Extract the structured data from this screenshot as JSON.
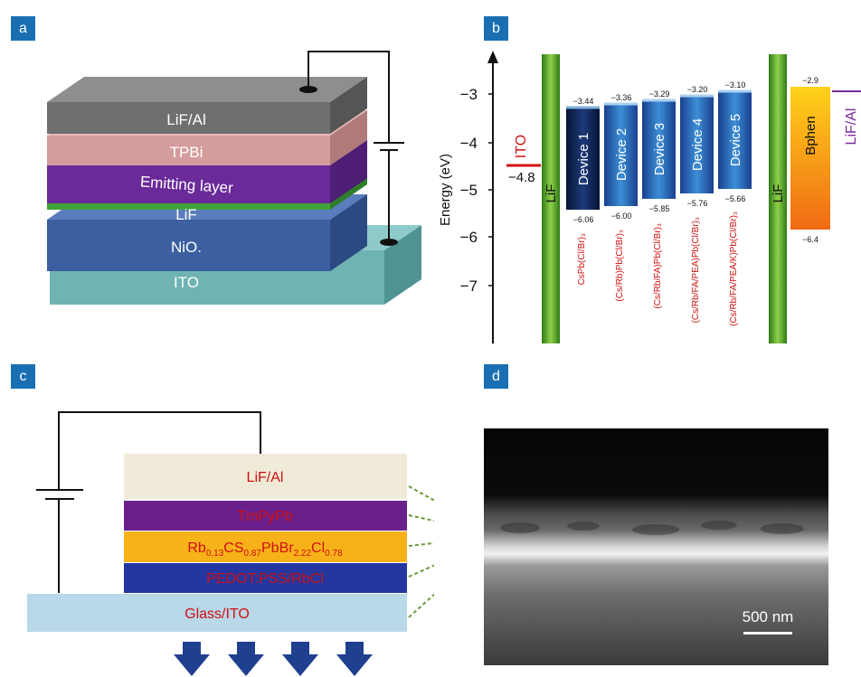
{
  "panels": {
    "a": "a",
    "b": "b",
    "c": "c",
    "d": "d"
  },
  "stack_a": {
    "layers": [
      {
        "label": "LiF/Al",
        "color": "#7b7b7b"
      },
      {
        "label": "TPBi",
        "color": "#d9a0a0"
      },
      {
        "label": "Emitting layer",
        "color": "#6a2a9a"
      },
      {
        "label": "LiF",
        "color": "#3fa33a"
      },
      {
        "label": "NiO.",
        "color": "#3b5fa0"
      },
      {
        "label": "ITO",
        "color": "#6fb3b3"
      }
    ]
  },
  "energy_b": {
    "ylabel": "Energy (eV)",
    "ticks": [
      "−3",
      "−4",
      "−5",
      "−6",
      "−7"
    ],
    "ito": {
      "label": "ITO",
      "value": "−4.8"
    },
    "lif_left": "LiF",
    "lif_right": "LiF",
    "devices": [
      {
        "name": "Device 1",
        "top": "−3.44",
        "bottom": "−6.06",
        "formula": "CsPb(Cl/Br)₃"
      },
      {
        "name": "Device 2",
        "top": "−3.36",
        "bottom": "−6.00",
        "formula": "(Cs/Rb)Pb(Cl/Br)₃"
      },
      {
        "name": "Device 3",
        "top": "−3.29",
        "bottom": "−5.85",
        "formula": "(Cs/Rb/FA)Pb(Cl/Br)₃"
      },
      {
        "name": "Device 4",
        "top": "−3.20",
        "bottom": "−5.76",
        "formula": "(Cs/Rb/FA/PEA)Pb(Cl/Br)₃"
      },
      {
        "name": "Device 5",
        "top": "−3.10",
        "bottom": "−5.66",
        "formula": "(Cs/Rb/FA/PEA/K)Pb(Cl/Br)₃"
      }
    ],
    "bphen": {
      "name": "Bphen",
      "top": "−2.9",
      "bottom": "−6.4"
    },
    "cathode": "LiF/Al"
  },
  "stack_c": {
    "lif_al": "LiF/Al",
    "tmpypb": "TmPyPb",
    "emitter_parts": [
      "Rb",
      "0.13",
      "CS",
      "0.87",
      "PbBr",
      "2.22",
      "Cl",
      "0.78"
    ],
    "pedot": "PEDOT:PSS/RbCl",
    "glass": "Glass/ITO"
  },
  "sem_d": {
    "scale": "500 nm"
  }
}
